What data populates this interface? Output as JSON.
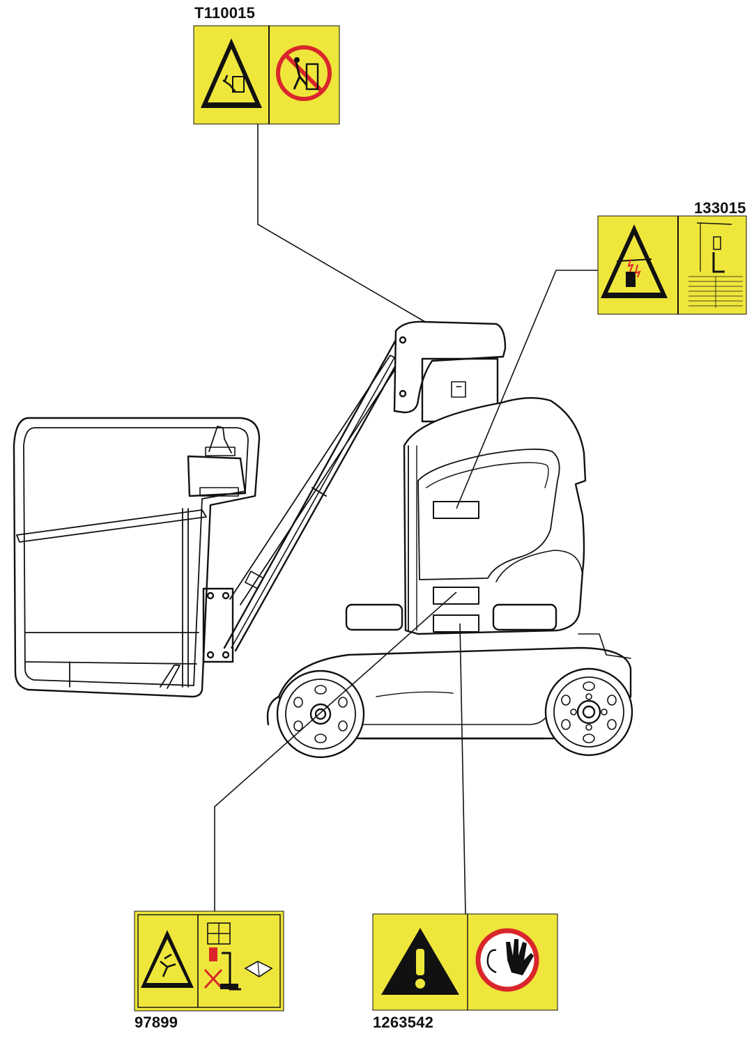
{
  "labels": {
    "top": "T110015",
    "right": "133015",
    "bottom_left": "97899",
    "bottom_right": "1263542"
  },
  "colors": {
    "decal_yellow": "#efe63c",
    "prohibit_red": "#d9262b",
    "line": "#111111"
  },
  "icons": {
    "top_left": "fall-hazard-warning-icon",
    "top_right": "no-climbing-on-guardrails-icon",
    "right_left": "electrocution-hazard-warning-icon",
    "right_right": "power-line-clearance-icon",
    "bottom_left_left": "fall-hazard-warning-icon",
    "bottom_left_right": "tip-over-load-manual-icon",
    "bottom_right_left": "general-warning-icon",
    "bottom_right_right": "no-unauthorized-operation-icon"
  }
}
